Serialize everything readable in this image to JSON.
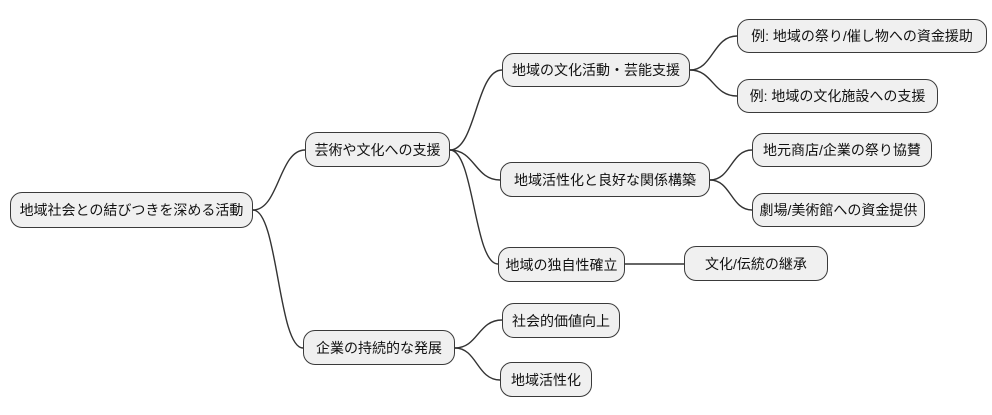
{
  "diagram": {
    "type": "mindmap",
    "direction": "left-to-right",
    "node_count": 13,
    "depth": 4
  },
  "colors": {
    "background": "#ffffff",
    "node_fill": "#f0f0f0",
    "node_border": "#3a3a3a",
    "link": "#333333",
    "text": "#111111"
  },
  "tree": {
    "label": "地域社会との結びつきを深める活動",
    "children": [
      {
        "label": "芸術や文化への支援",
        "children": [
          {
            "label": "地域の文化活動・芸能支援",
            "children": [
              {
                "label": "例: 地域の祭り/催し物への資金援助"
              },
              {
                "label": "例: 地域の文化施設への支援"
              }
            ]
          },
          {
            "label": "地域活性化と良好な関係構築",
            "children": [
              {
                "label": "地元商店/企業の祭り協賛"
              },
              {
                "label": "劇場/美術館への資金提供"
              }
            ]
          },
          {
            "label": "地域の独自性確立",
            "children": [
              {
                "label": "文化/伝統の継承"
              }
            ]
          }
        ]
      },
      {
        "label": "企業の持続的な発展",
        "children": [
          {
            "label": "社会的価値向上"
          },
          {
            "label": "地域活性化"
          }
        ]
      }
    ]
  }
}
